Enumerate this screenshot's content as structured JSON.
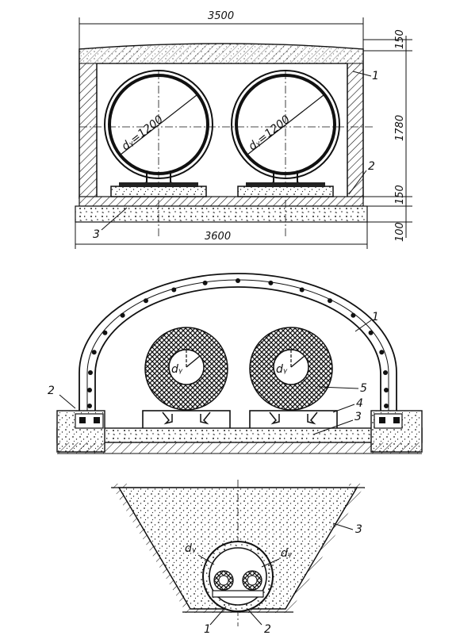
{
  "figure1": {
    "dims": {
      "top_width": "3500",
      "bottom_width": "3600",
      "roof": "150",
      "height": "1780",
      "floor": "150",
      "base": "100"
    },
    "pipe_label_left": "dᵧ=1200",
    "pipe_label_right": "dᵧ=1200",
    "callouts": {
      "c1": "1",
      "c2": "2",
      "c3": "3"
    }
  },
  "figure2": {
    "pipe_label_left": "dᵧ",
    "pipe_label_right": "dᵧ",
    "callouts": {
      "c1": "1",
      "c2": "2",
      "c3": "3",
      "c4": "4",
      "c5": "5"
    }
  },
  "figure3": {
    "pipe_label_left": "dᵧ",
    "pipe_label_right": "dᵧ",
    "callouts": {
      "c1": "1",
      "c2": "2",
      "c3": "3"
    }
  }
}
